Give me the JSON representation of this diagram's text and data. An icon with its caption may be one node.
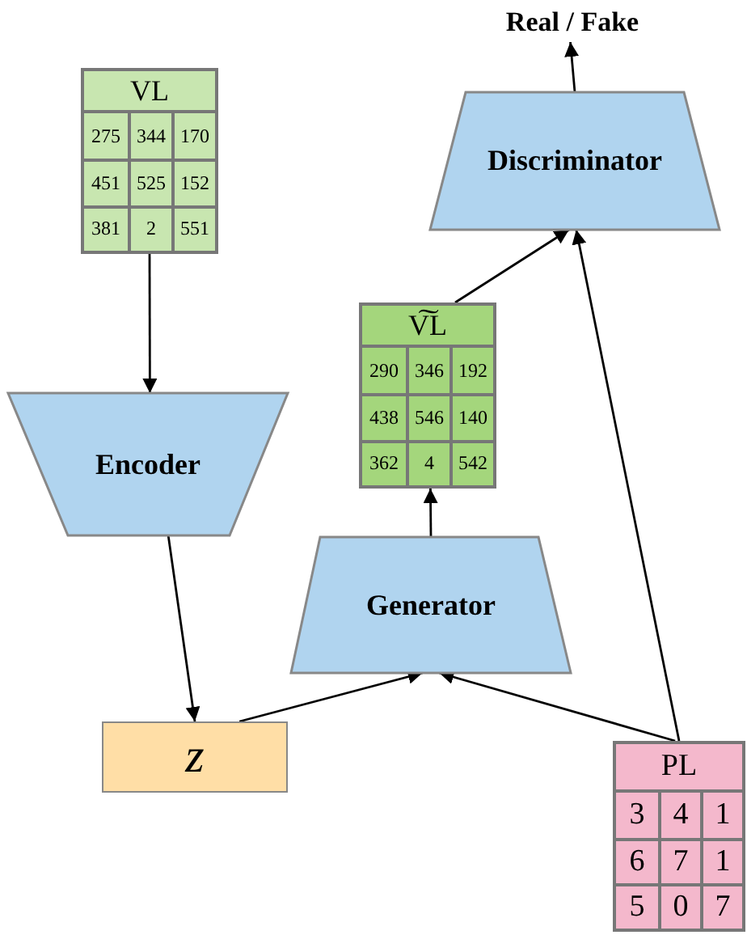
{
  "diagram": {
    "nodes": [
      {
        "text": [
          "Real / Fake"
        ]
      },
      {
        "text": [
          "Discriminator"
        ]
      },
      {
        "text": [
          "VL"
        ]
      },
      {
        "text": [
          "Encoder"
        ]
      },
      {
        "text": [
          "V͠L"
        ]
      },
      {
        "text": [
          "Generator"
        ]
      },
      {
        "text": [
          "z"
        ]
      },
      {
        "text": [
          "PL"
        ]
      }
    ],
    "edges": [
      {
        "from": 1,
        "to": 0,
        "arrow": "to"
      },
      {
        "from": 2,
        "to": 3,
        "arrow": "to"
      },
      {
        "from": 3,
        "to": 6,
        "arrow": "to"
      },
      {
        "from": 6,
        "to": 5,
        "arrow": "to"
      },
      {
        "from": 7,
        "to": 5,
        "arrow": "to"
      },
      {
        "from": 5,
        "to": 4,
        "arrow": "to"
      },
      {
        "from": 4,
        "to": 1,
        "arrow": "to"
      },
      {
        "from": 7,
        "to": 1,
        "arrow": "to"
      }
    ],
    "labels": [
      "275",
      "344",
      "170",
      "451",
      "525",
      "152",
      "381",
      "2",
      "551",
      "290",
      "346",
      "192",
      "438",
      "546",
      "140",
      "362",
      "4",
      "542",
      "3",
      "4",
      "1",
      "6",
      "7",
      "1",
      "5",
      "0",
      "7"
    ]
  }
}
